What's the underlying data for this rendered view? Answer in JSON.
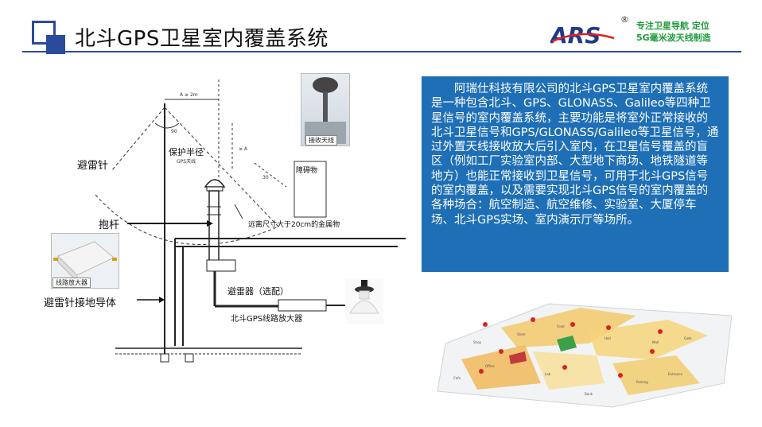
{
  "header": {
    "title": "北斗GPS卫星室内覆盖系统",
    "logo_text": "ARS",
    "registered_mark": "®",
    "slogan_line1": "专注卫星导航 定位",
    "slogan_line2": "5G毫米波天线制造",
    "accent_color": "#2a4a9c",
    "slogan_color": "#1f9c3a"
  },
  "description": {
    "text": "阿瑞仕科技有限公司的北斗GPS卫星室内覆盖系统是一种包含北斗、GPS、GLONASS、Galileo等四种卫星信号的室内覆盖系统，主要功能是将室外正常接收的北斗卫星信号和GPS/GLONASS/Galileo等卫星信号，通过外置天线接收放大后引入室内，在卫星信号覆盖的盲区（例如工厂实验室内部、大型地下商场、地铁隧道等地方）也能正常接收到卫星信号，可用于北斗GPS信号的室内覆盖，以及需要实现北斗GPS信号的室内覆盖的各种场合：航空制造、航空维修、实验室、大厦停车场、北斗GPS实场、室内演示厅等场所。",
    "bg_color": "#1e6fb6"
  },
  "diagram": {
    "label_lightning_rod": "避雷针",
    "label_protection_radius": "保护半径",
    "label_gps_antenna": "GPS天线",
    "label_obstacle": "障碍物",
    "label_pole": "抱杆",
    "label_metal_distance": "远离尺寸大于20cm的金属物",
    "label_arrester": "避雷器（选配）",
    "label_amplifier": "北斗GPS线路放大器",
    "label_ground_conductor": "避雷针接地导体",
    "label_dim_a": "A ≥ 2m",
    "label_angle_90": "90",
    "label_angle_30": "30",
    "label_a_arrow": "≥ A"
  },
  "photos": {
    "antenna_caption": "接收天线",
    "amplifier_caption": "线路放大器"
  },
  "floorplan": {
    "rooms": [
      "Shop",
      "Store",
      "Food",
      "Hall",
      "Mall",
      "Gate",
      "Office",
      "Lab",
      "Parking",
      "Entrance",
      "Cafe",
      "Bank"
    ]
  }
}
